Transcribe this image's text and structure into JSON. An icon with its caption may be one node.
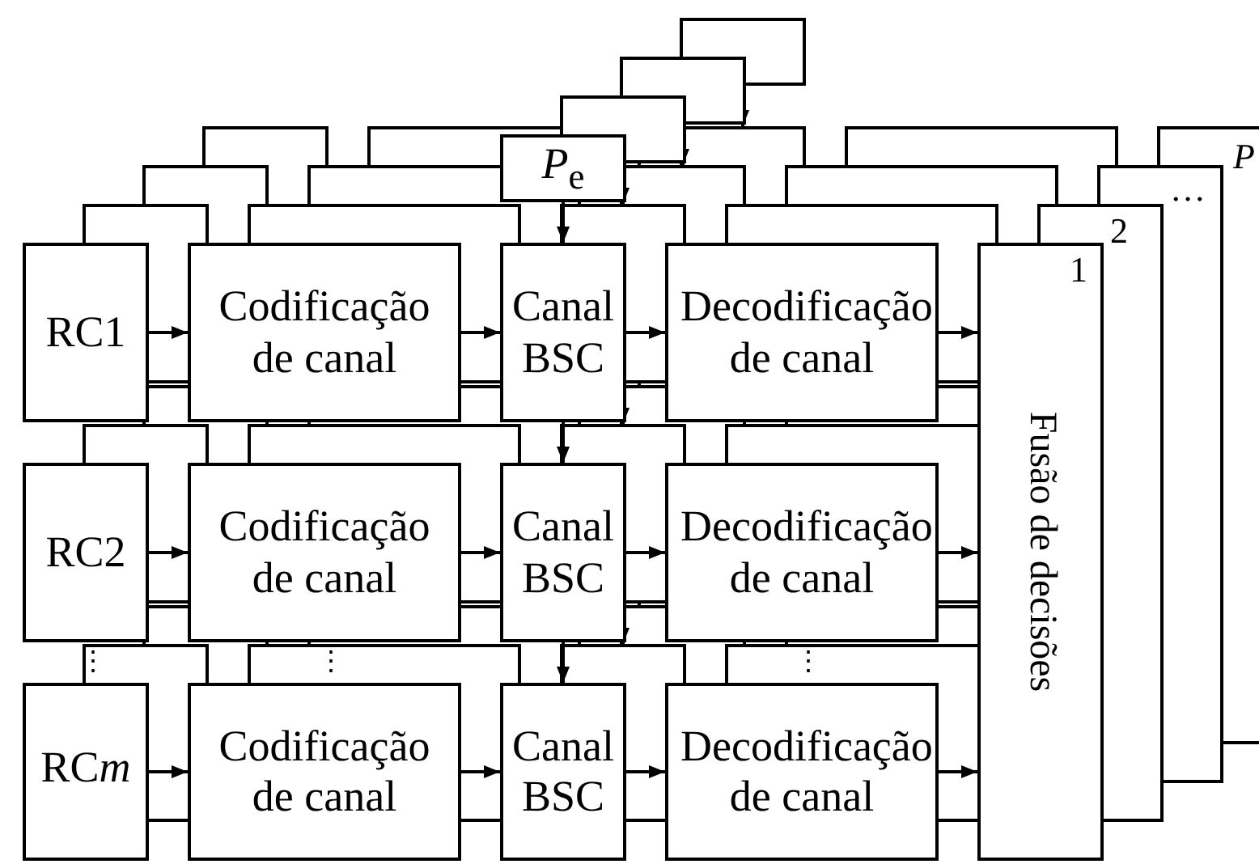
{
  "diagram": {
    "nodes": [
      {
        "text": [
          "*P*$_{e}$"
        ]
      },
      {
        "text": [
          "RC1"
        ]
      },
      {
        "text": [
          "Codificação de canal"
        ]
      },
      {
        "text": [
          "Canal BSC"
        ]
      },
      {
        "text": [
          "Decodificação de canal"
        ]
      },
      {
        "text": [
          "1",
          "Fusão de decisões"
        ]
      },
      {
        "text": [
          "RC2"
        ]
      },
      {
        "text": [
          "Codificação de canal"
        ]
      },
      {
        "text": [
          "Canal BSC"
        ]
      },
      {
        "text": [
          "Decodificação de canal"
        ]
      },
      {
        "text": [
          "RC$_{}$*m*"
        ]
      },
      {
        "text": [
          "Codificação de canal"
        ]
      },
      {
        "text": [
          "Canal BSC"
        ]
      },
      {
        "text": [
          "Decodificação de canal"
        ]
      },
      {
        "text": [
          "2"
        ]
      },
      {
        "text": [
          "…"
        ]
      },
      {
        "text": [
          "P"
        ]
      }
    ],
    "edges": [
      {
        "from": 1,
        "to": 2,
        "arrow": "to"
      },
      {
        "from": 2,
        "to": 3,
        "arrow": "to"
      },
      {
        "from": 3,
        "to": 4,
        "arrow": "to"
      },
      {
        "from": 4,
        "to": 5,
        "arrow": "to"
      },
      {
        "from": 6,
        "to": 7,
        "arrow": "to"
      },
      {
        "from": 7,
        "to": 8,
        "arrow": "to"
      },
      {
        "from": 8,
        "to": 9,
        "arrow": "to"
      },
      {
        "from": 9,
        "to": 5,
        "arrow": "to"
      },
      {
        "from": 10,
        "to": 11,
        "arrow": "to"
      },
      {
        "from": 11,
        "to": 12,
        "arrow": "to"
      },
      {
        "from": 12,
        "to": 13,
        "arrow": "to"
      },
      {
        "from": 13,
        "to": 5,
        "arrow": "to"
      },
      {
        "from": 0,
        "to": 3,
        "arrow": "to"
      },
      {
        "from": 3,
        "to": 8,
        "arrow": "to"
      },
      {
        "from": 8,
        "to": 12,
        "arrow": "to"
      }
    ],
    "labels": [
      "⋮",
      "⋮",
      "⋮"
    ]
  }
}
